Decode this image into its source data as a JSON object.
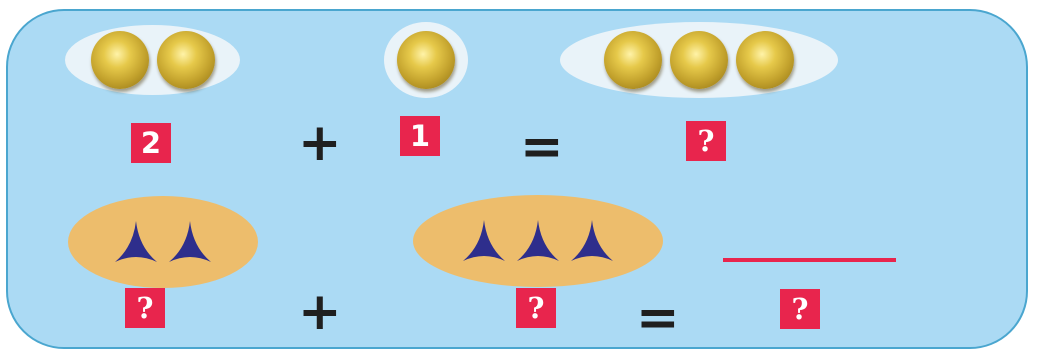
{
  "row1": {
    "group_a": {
      "count": 2,
      "number": "2"
    },
    "plus": "+",
    "group_b": {
      "count": 1,
      "number": "1"
    },
    "equals": "=",
    "group_c": {
      "count": 3,
      "number": "?"
    }
  },
  "row2": {
    "group_a": {
      "count": 2,
      "number": "?"
    },
    "plus": "+",
    "group_b": {
      "count": 3,
      "number": "?"
    },
    "equals": "=",
    "answer": "?"
  },
  "colors": {
    "panel": "#abdaf4",
    "panel_border": "#4aa6cf",
    "number_box": "#e8254d",
    "coin": "#d4b43a",
    "triangle": "#2e2e8c",
    "triangle_group": "#edbd6c",
    "coin_group": "#e9f3f9"
  },
  "icons": {
    "coin": "gold-coin-icon",
    "triangle": "blue-triangle-icon"
  }
}
